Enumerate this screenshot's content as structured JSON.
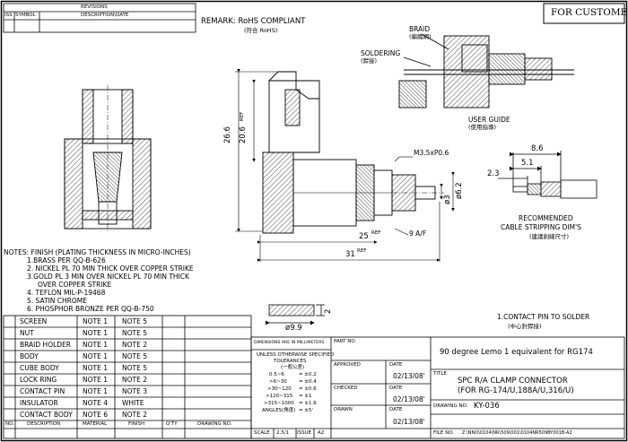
{
  "revisions": {
    "title": "REVISIONS",
    "col_iss": "ISS",
    "col_symbol": "SYMBOL",
    "col_description": "DESCRIPTION\\DATE"
  },
  "remark": {
    "line1": "REMARK: RoHS COMPLIANT",
    "line2": "(符合 RoHS)"
  },
  "for_customer": "FOR CUSTOMER",
  "labels": {
    "braid": "BRAID",
    "braid_cn": "(編織網)",
    "soldering": "SOLDERING",
    "soldering_cn": "(銲接)",
    "user_guide": "USER GUIDE",
    "user_guide_cn": "(使用指導)",
    "thread": "M3.5xP0.6",
    "wrench": "9 A/F",
    "contact_note": "1.CONTACT PIN TO SOLDER",
    "contact_note_cn": "(中心針銲接)",
    "stripping_1": "RECOMMENDED",
    "stripping_2": "CABLE STRIPPING DIM'S",
    "stripping_cn": "(建議剝線尺寸)"
  },
  "dims": {
    "d26_6": "26.6",
    "d20_6": "20.6",
    "ref": "REF",
    "d25": "25",
    "d31": "31",
    "d6_2": "ø6.2",
    "d3": "ø3",
    "d8_6": "8.6",
    "d5_1": "5.1",
    "d2_3": "2.3",
    "d9_9": "ø9.9",
    "d2": "2"
  },
  "notes": [
    "NOTES: FINISH (PLATING THICKNESS IN MICRO-INCHES)",
    "1.BRASS PER QQ-B-626",
    "2. NICKEL PL 70 MIN THICK OVER COPPER STRIKE",
    "3.GOLD PL 3 MIN OVER NICKEL PL 70 MIN THICK",
    "OVER COPPER STRIKE",
    "4. TEFLON MIL-P-19468",
    "5. SATIN CHROME",
    "6. PHOSPHOR BRONZE PER QQ-B-750"
  ],
  "bom": {
    "headers": [
      "NO.",
      "DESCRIPTION",
      "MATERIAL",
      "FINISH",
      "Q'TY",
      "DRAWING NO."
    ],
    "rows": [
      {
        "description": "SCREEN",
        "material": "NOTE 1",
        "finish": "NOTE 5"
      },
      {
        "description": "NUT",
        "material": "NOTE 1",
        "finish": "NOTE 5"
      },
      {
        "description": "BRAID HOLDER",
        "material": "NOTE 1",
        "finish": "NOTE 2"
      },
      {
        "description": "BODY",
        "material": "NOTE 1",
        "finish": "NOTE 5"
      },
      {
        "description": "CUBE BODY",
        "material": "NOTE 1",
        "finish": "NOTE 5"
      },
      {
        "description": "LOCK RING",
        "material": "NOTE 1",
        "finish": "NOTE 2"
      },
      {
        "description": "CONTACT PIN",
        "material": "NOTE 1",
        "finish": "NOTE 3"
      },
      {
        "description": "INSULATOR",
        "material": "NOTE 4",
        "finish": "WHITE"
      },
      {
        "description": "CONTACT BODY",
        "material": "NOTE 6",
        "finish": "NOTE 2"
      }
    ]
  },
  "tolerance": {
    "dim_header": "DIMENSIONS ARE IN MILLIMETERS",
    "unless_1": "UNLESS OTHERWISE SPECIFIED",
    "unless_2": "TOLERANCES",
    "unless_cn": "(一般公差)",
    "rows": [
      {
        "range": "0.5~6",
        "tol": "= ±0.2"
      },
      {
        "range": ">6~30",
        "tol": "= ±0.4"
      },
      {
        "range": ">30~120",
        "tol": "= ±0.6"
      },
      {
        "range": ">120~315",
        "tol": "= ±1"
      },
      {
        "range": ">315~1000",
        "tol": "= ±1.6"
      },
      {
        "range": "ANGLES(角度)",
        "tol": "= ±5'"
      }
    ]
  },
  "title_block": {
    "part_no_label": "PART NO.",
    "part_desc": "90 degree Lemo 1 equivalent for RG174",
    "approved": "APPROVED",
    "checked": "CHECKED",
    "drawn": "DRAWN",
    "date_label": "DATE",
    "date": "02/13/08'",
    "title_label": "TITLE",
    "title_1": "SPC R/A CLAMP CONNECTOR",
    "title_2": "(FOR RG-174/U,188A/U,316/U)",
    "drawing_no_label": "DRAWING NO.",
    "drawing_no": "KY-036",
    "scale_label": "SCALE",
    "scale": "2.5/1",
    "issue_label": "ISSUE",
    "issue": "A2",
    "file_no_label": "FILE NO.",
    "file_no": "Z:\\NNO\\0104\\NR\\509\\001\\0104NR509BY001B-A2"
  }
}
